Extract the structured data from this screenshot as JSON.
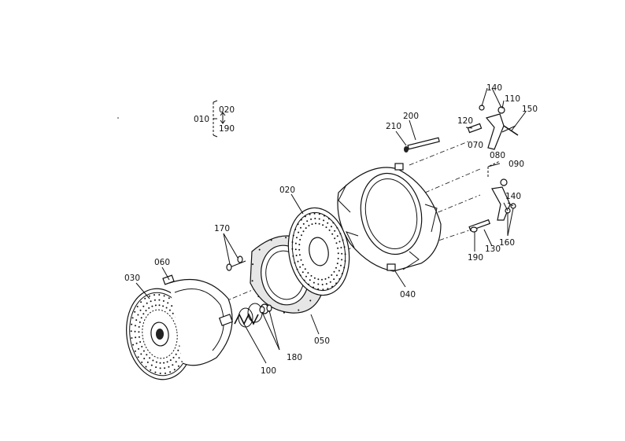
{
  "callouts": {
    "c010": "010",
    "c020a": "020",
    "c190a": "190",
    "c020": "020",
    "c030": "030",
    "c040": "040",
    "c050": "050",
    "c060": "060",
    "c070": "070",
    "c080": "080",
    "c090": "090",
    "c100": "100",
    "c110": "110",
    "c120": "120",
    "c130": "130",
    "c140a": "140",
    "c140b": "140",
    "c150": "150",
    "c160": "160",
    "c170": "170",
    "c180": "180",
    "c190": "190",
    "c200": "200",
    "c210": "210"
  }
}
